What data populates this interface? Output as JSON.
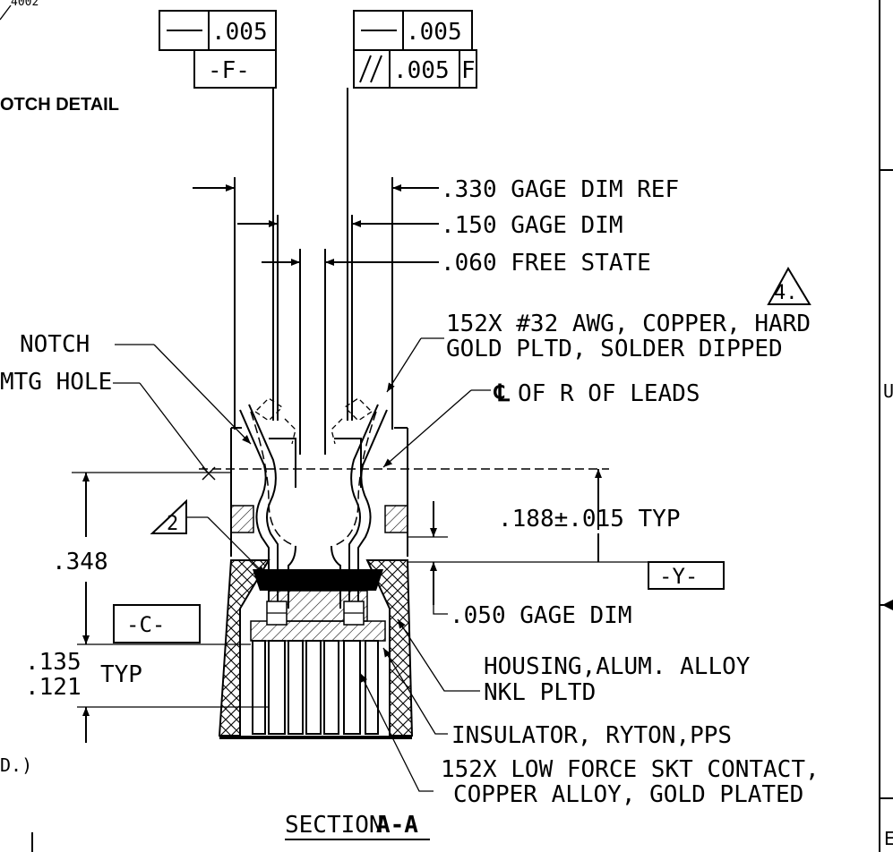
{
  "tolerances": {
    "flatness_left": {
      "symbol": "—",
      "value": ".005",
      "datum": "-F-"
    },
    "flatness_right": {
      "symbol": "—",
      "value": ".005"
    },
    "parallelism": {
      "symbol": "//",
      "value": ".005",
      "datum": "F"
    }
  },
  "headings": {
    "notch_detail": "OTCH DETAIL",
    "section": "SECTION",
    "section_letters": "A-A"
  },
  "dimensions": {
    "gage_ref": ".330 GAGE DIM REF",
    "gage_dim": ".150 GAGE DIM",
    "free_state": ".060 FREE STATE",
    "height": ".348",
    "lead_height": ".188±.015 TYP",
    "gage_050": ".050 GAGE DIM",
    "upper": ".135",
    "lower": ".121",
    "typ": "TYP"
  },
  "datums": {
    "y": "-Y-",
    "c": "-C-"
  },
  "notes": {
    "wire_line1": "152X #32 AWG, COPPER, HARD",
    "wire_line2": "GOLD PLTD, SOLDER DIPPED",
    "centerline": "OF R OF LEADS",
    "notch": "NOTCH",
    "mtg_hole": "MTG HOLE",
    "housing_line1": "HOUSING,ALUM. ALLOY",
    "housing_line2": "NKL PLTD",
    "insulator": "INSULATOR, RYTON,PPS",
    "contact_line1": "152X LOW FORCE SKT CONTACT,",
    "contact_line2": "COPPER ALLOY, GOLD PLATED"
  },
  "flags": {
    "note4": "4.",
    "note2": "2"
  },
  "fragments": {
    "top_left": "4002",
    "left_partial": "D.)",
    "right_u": "U",
    "right_e": "E"
  }
}
